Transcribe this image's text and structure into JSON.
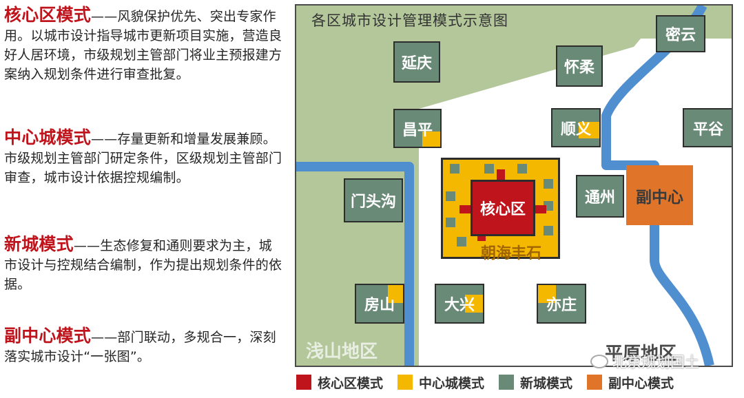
{
  "left_text": {
    "core": {
      "title": "核心区模式",
      "dash": "——",
      "body": "风貌保护优先、突出专家作用。以城市设计指导城市更新项目实施，营造良好人居环境，市级规划主管部门将业主预报建方案纳入规划条件进行审查批复。"
    },
    "central": {
      "title": "中心城模式",
      "dash": "——",
      "body": "存量更新和增量发展兼顾。市级规划主管部门研定条件，区级规划主管部门审查，城市设计依据控规编制。"
    },
    "newcity": {
      "title": "新城模式",
      "dash": "——",
      "body": "生态修复和通则要求为主，城市设计与控规结合编制，作为提出规划条件的依据。"
    },
    "subcenter": {
      "title": "副中心模式",
      "dash": "——",
      "body": "部门联动，多规合一，深刻落实城市设计“一张图”。"
    }
  },
  "map": {
    "title": "各区城市设计管理模式示意图",
    "districts": {
      "yanqing": "延庆",
      "huairou": "怀柔",
      "miyun": "密云",
      "changping": "昌平",
      "shunyi": "顺义",
      "pinggu": "平谷",
      "mentougou": "门头沟",
      "tongzhou": "通州",
      "fangshan": "房山",
      "daxing": "大兴",
      "yizhuang": "亦庄"
    },
    "core": "核心区",
    "ring": "朝海丰石",
    "sub_center": "副中心",
    "area_west": "浅山地区",
    "area_plain": "平原地区"
  },
  "legend": [
    {
      "label": "核心区模式",
      "color": "#c0141c"
    },
    {
      "label": "中心城模式",
      "color": "#f5b800"
    },
    {
      "label": "新城模式",
      "color": "#6a8a78"
    },
    {
      "label": "副中心模式",
      "color": "#e0752a"
    }
  ],
  "watermark": "北京规划国土",
  "colors": {
    "mountain_green": "#b3c79a",
    "river_blue": "#4f8fcf",
    "newcity_green": "#6a8a78",
    "central_yellow": "#f5b800",
    "core_red": "#c0141c",
    "sub_orange": "#e0752a"
  }
}
